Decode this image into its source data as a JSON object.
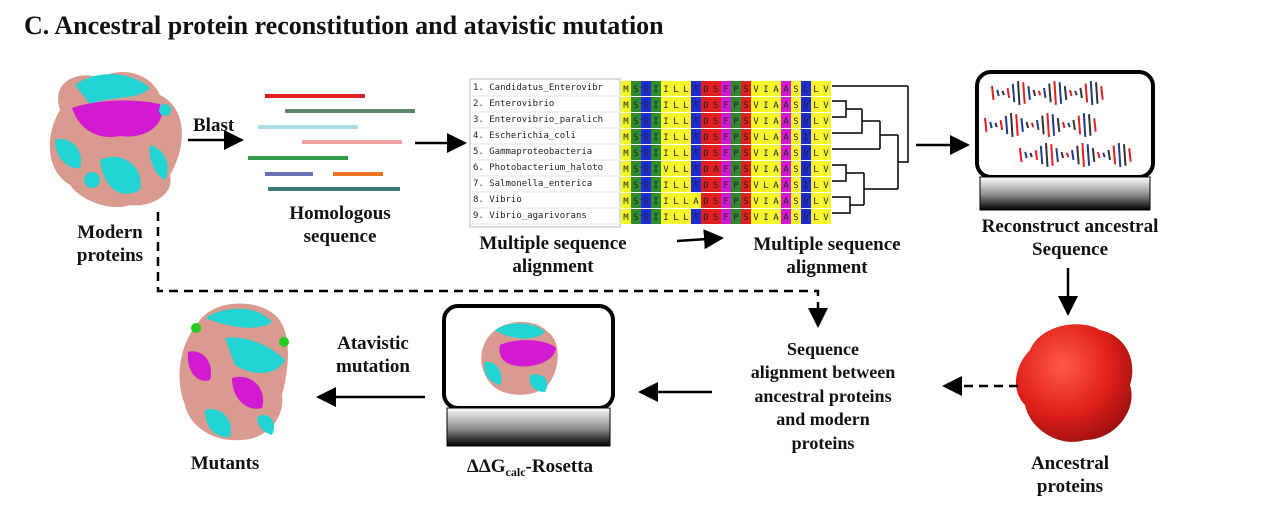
{
  "title": "C. Ancestral protein reconstitution and atavistic mutation",
  "labels": {
    "modern_proteins": "Modern\nproteins",
    "blast": "Blast",
    "homologous_sequence": "Homologous\nsequence",
    "msa_left": "Multiple sequence\nalignment",
    "msa_right": "Multiple sequence\nalignment",
    "reconstruct": "Reconstruct ancestral\nSequence",
    "ancestral_proteins": "Ancestral\nproteins",
    "sequence_alignment_between": "Sequence\nalignment between\nancestral proteins\nand modern\nproteins",
    "atavistic_mutation": "Atavistic\nmutation",
    "mutants": "Mutants",
    "rosetta_prefix": "ΔΔG",
    "rosetta_sub": "calc",
    "rosetta_suffix": "-Rosetta"
  },
  "species": [
    "1. Candidatus_Enterovibr",
    "2. Enterovibrio",
    "3. Enterovibrio_paralich",
    "4. Escherichia_coli",
    "5. Gammaproteobacteria",
    "6. Photobacterium_haloto",
    "7. Salmonella_enterica",
    "8. Vibrio",
    "9. Vibrio_agarivorans"
  ],
  "alignment_rows": [
    "MSSIILLTDSFPSVIAASLLV",
    "MSSIILLTDSFPSVIAASVLV",
    "MSSIILLTDSFPSVIAASVLV",
    "MSSIILLTDSFPSVLAASILV",
    "MSSIILLTDSFPSVIAASVLV",
    "MSSIVLLTDAFPSVIAASVLV",
    "MSSIILLTDSFPSVLAASILV",
    "MSSIILLADSFPSVIAASVLV",
    "MSSIILLTDSFPSVIAASVLV"
  ],
  "colors": {
    "surface_pink": "#d99a8f",
    "surface_cyan": "#22d3d3",
    "surface_magenta": "#d11ad1",
    "ancestral_red": "#e0201a",
    "aa_yellow": "#f5f52a",
    "aa_green": "#2e8b2e",
    "aa_blue": "#1e2bd6",
    "aa_red": "#e02020",
    "aa_magenta": "#d21ad2"
  }
}
